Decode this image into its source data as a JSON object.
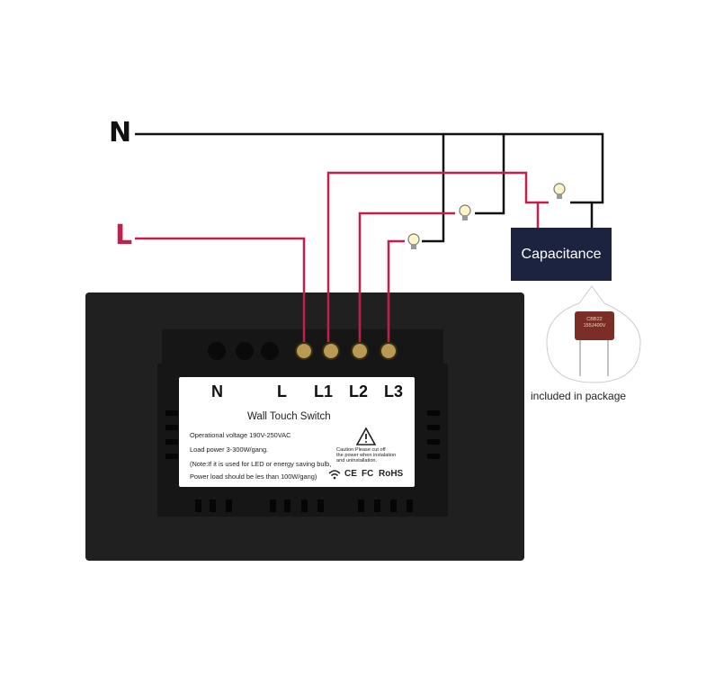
{
  "wire_labels": {
    "neutral": "N",
    "live": "L"
  },
  "capacitance_label": "Capacitance",
  "capacitor_caption": "included in package",
  "capacitor_marking": [
    "CBB22",
    "155J400V"
  ],
  "switch_label": {
    "terminals": [
      "N",
      "L",
      "L1",
      "L2",
      "L3"
    ],
    "title": "Wall Touch Switch",
    "specs": [
      "Operational voltage    190V-250VAC",
      "Load power   3-300W/gang.",
      "(Note:If it is used for LED or energy saving bulb,",
      "Power load should be les than 100W/gang)"
    ],
    "caution": [
      "Caution:Please cut off",
      "the power when instalation",
      "and uninstallation."
    ],
    "certifications": [
      "CE",
      "FC",
      "RoHS"
    ]
  },
  "colors": {
    "neutral_wire": "#111111",
    "live_wire": "#c41e4a",
    "switch_body": "#202020",
    "capacitance_box": "#1c2340"
  }
}
